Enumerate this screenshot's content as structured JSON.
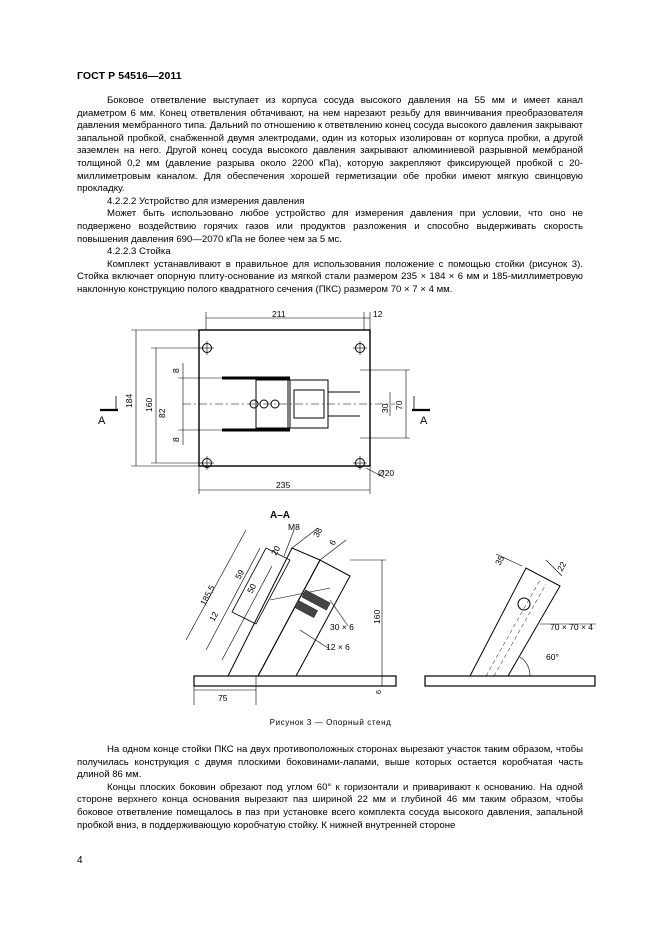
{
  "header": "ГОСТ Р 54516—2011",
  "para1": "Боковое ответвление выступает из корпуса сосуда высокого давления на 55 мм и имеет канал диаметром 6 мм. Конец ответвления обтачивают, на нем нарезают резьбу для ввинчивания преобразователя давления мембранного типа. Дальний по отношению к ответвлению конец сосуда высокого давления закрывают запальной пробкой, снабженной двумя электродами, один из которых изолирован от корпуса пробки, а другой заземлен на него. Другой конец сосуда высокого давления закрывают алюминиевой разрывной мембраной толщиной 0,2 мм (давление разрыва около 2200 кПа), которую закрепляют фиксирующей пробкой с 20-миллиметровым каналом. Для обеспечения хорошей герметизации обе пробки имеют мягкую свинцовую прокладку.",
  "sec1_title": "4.2.2.2  Устройство для измерения давления",
  "para2": "Может быть использовано любое устройство для измерения давления при условии, что оно не подвержено воздействию горячих газов или продуктов разложения и способно выдерживать скорость повышения давления 690—2070 кПа не более чем за 5 мс.",
  "sec2_title": "4.2.2.3  Стойка",
  "para3": "Комплект устанавливают в правильное для использования положение с помощью стойки (рисунок 3). Стойка включает опорную плиту-основание из мягкой стали размером 235 × 184 × 6 мм и 185-миллиметровую наклонную конструкцию полого квадратного сечения (ПКС) размером 70 × 7 × 4 мм.",
  "figure": {
    "top_dims": {
      "d211": "211",
      "d12": "12",
      "d235": "235",
      "d184": "184",
      "d160": "160",
      "d82": "82",
      "d8a": "8",
      "d8b": "8",
      "d30": "30",
      "d70": "70",
      "hole": "Ø20",
      "A_left": "A",
      "A_right": "A"
    },
    "section_label": "A–A",
    "left_dims": {
      "m8": "M8",
      "d185": "185,5",
      "d38": "38",
      "d6": "6",
      "d20": "20",
      "d59": "59",
      "d50": "50",
      "d12": "12",
      "d30x6": "30 × 6",
      "d12x6": "12 × 6",
      "d160": "160",
      "d75": "75",
      "d6b": "6"
    },
    "right_dims": {
      "d35": "35",
      "d22": "22",
      "d70x70x4": "70 × 70 × 4",
      "angle": "60°"
    }
  },
  "caption": "Рисунок  3 — Опорный стенд",
  "para4": "На одном конце стойки ПКС на двух противоположных сторонах вырезают участок таким образом, чтобы получилась конструкция с двумя плоскими боковинами-лапами, выше которых остается коробчатая часть длиной 86 мм.",
  "para5": "Концы плоских боковин обрезают под углом 60° к горизонтали и приваривают к основанию. На одной стороне верхнего конца основания вырезают паз шириной 22 мм и глубиной 46 мм таким образом, чтобы боковое ответвление помещалось в паз при установке всего комплекта сосуда высокого давления, запальной пробкой вниз, в поддерживающую коробчатую стойку. К нижней внутренней стороне",
  "page_number": "4"
}
